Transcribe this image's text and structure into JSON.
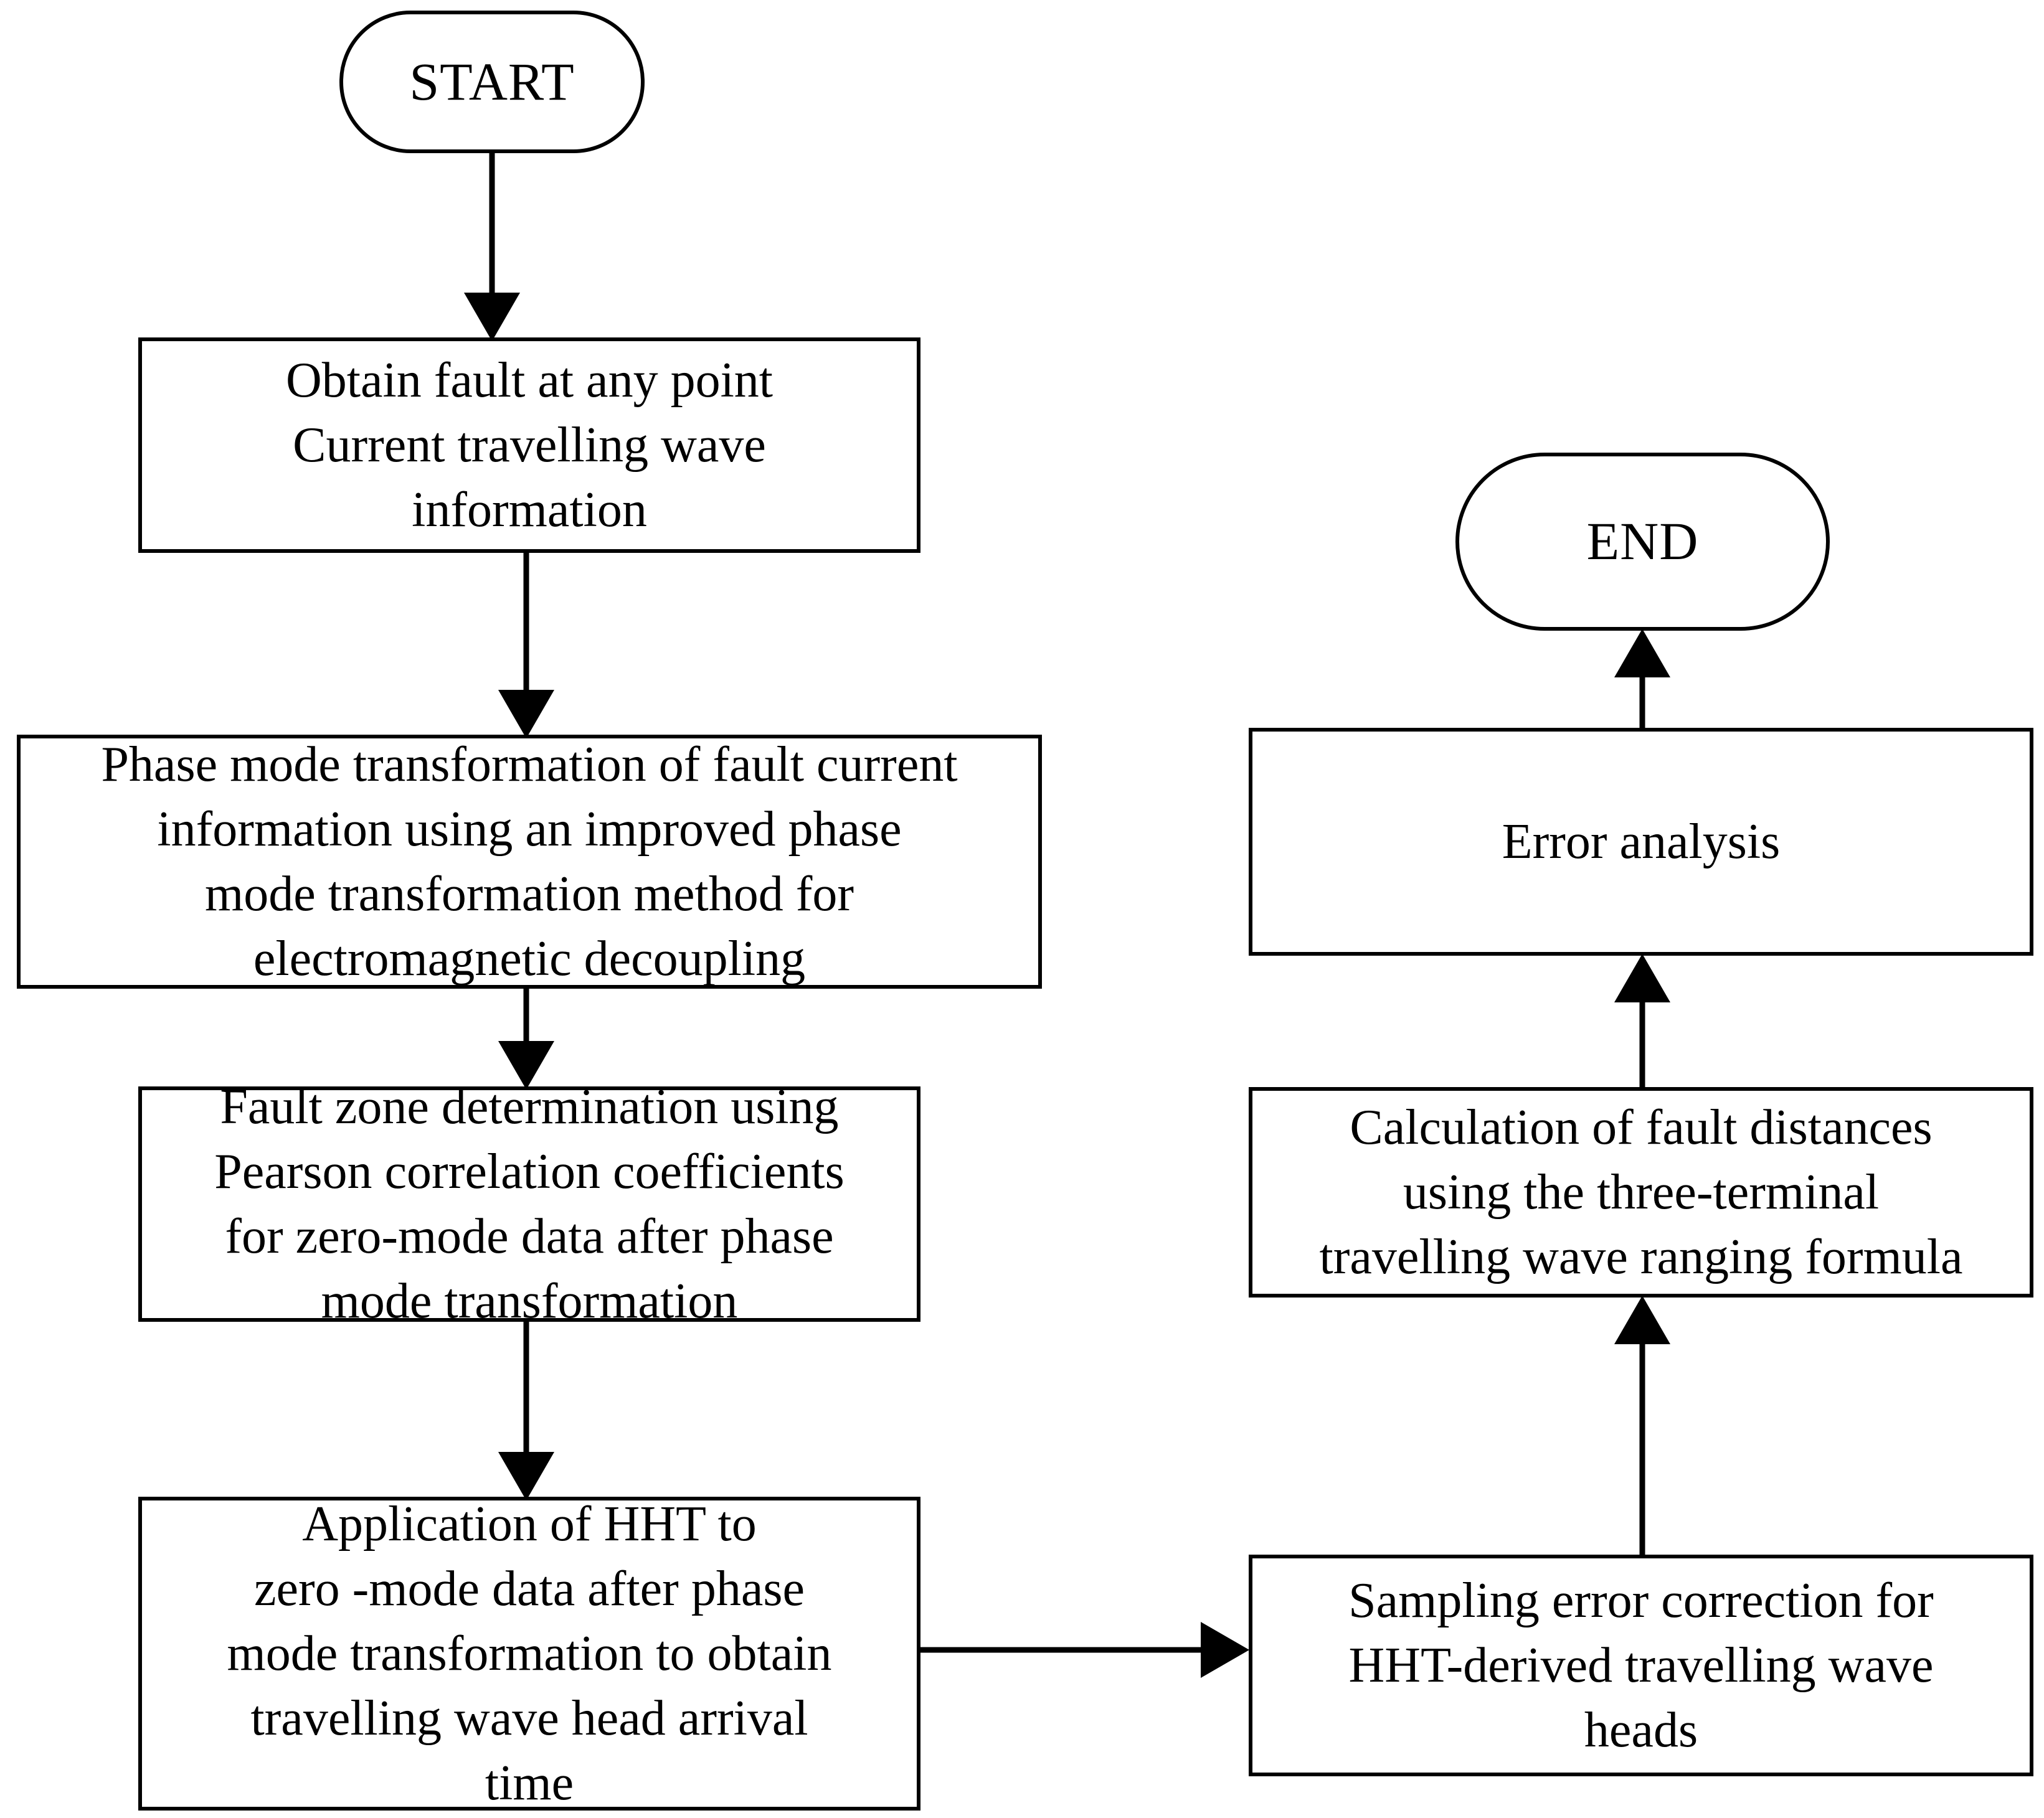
{
  "diagram": {
    "type": "flowchart",
    "orientation": "two-column, top-to-bottom then left-to-right",
    "background_color": "#ffffff",
    "line_color": "#000000",
    "text_color": "#000000",
    "nodes": [
      {
        "id": "start",
        "shape": "terminator",
        "label": "START",
        "column": "left",
        "order": 1
      },
      {
        "id": "obtain-fault",
        "shape": "process",
        "label": "Obtain fault at any point\nCurrent travelling wave\ninformation",
        "column": "left",
        "order": 2
      },
      {
        "id": "phase-mode-transformation",
        "shape": "process",
        "label": "Phase mode transformation of fault current\ninformation using an improved phase\nmode transformation method for\nelectromagnetic decoupling",
        "column": "left",
        "order": 3
      },
      {
        "id": "fault-zone-determination",
        "shape": "process",
        "label": "Fault zone determination using\nPearson correlation coefficients\nfor zero-mode data after phase\nmode transformation",
        "column": "left",
        "order": 4
      },
      {
        "id": "hht-application",
        "shape": "process",
        "label": "Application of HHT to\nzero -mode data after phase\nmode transformation to obtain\ntravelling wave head arrival\ntime",
        "column": "left",
        "order": 5
      },
      {
        "id": "sampling-error-correction",
        "shape": "process",
        "label": "Sampling error correction for\nHHT-derived travelling wave\nheads",
        "column": "right",
        "order": 6
      },
      {
        "id": "fault-distance-calculation",
        "shape": "process",
        "label": "Calculation of fault distances\nusing the three-terminal\ntravelling wave ranging formula",
        "column": "right",
        "order": 7
      },
      {
        "id": "error-analysis",
        "shape": "process",
        "label": "Error analysis",
        "column": "right",
        "order": 8
      },
      {
        "id": "end",
        "shape": "terminator",
        "label": "END",
        "column": "right",
        "order": 9
      }
    ],
    "edges": [
      {
        "id": "e1",
        "from": "start",
        "to": "obtain-fault",
        "direction": "down",
        "arrowhead": true
      },
      {
        "id": "e2",
        "from": "obtain-fault",
        "to": "phase-mode-transformation",
        "direction": "down",
        "arrowhead": true
      },
      {
        "id": "e3",
        "from": "phase-mode-transformation",
        "to": "fault-zone-determination",
        "direction": "down",
        "arrowhead": true
      },
      {
        "id": "e4",
        "from": "fault-zone-determination",
        "to": "hht-application",
        "direction": "down",
        "arrowhead": true
      },
      {
        "id": "e5",
        "from": "hht-application",
        "to": "sampling-error-correction",
        "direction": "right",
        "arrowhead": true
      },
      {
        "id": "e6",
        "from": "sampling-error-correction",
        "to": "fault-distance-calculation",
        "direction": "up",
        "arrowhead": true
      },
      {
        "id": "e7",
        "from": "fault-distance-calculation",
        "to": "error-analysis",
        "direction": "up",
        "arrowhead": true
      },
      {
        "id": "e8",
        "from": "error-analysis",
        "to": "end",
        "direction": "up",
        "arrowhead": true
      }
    ]
  }
}
